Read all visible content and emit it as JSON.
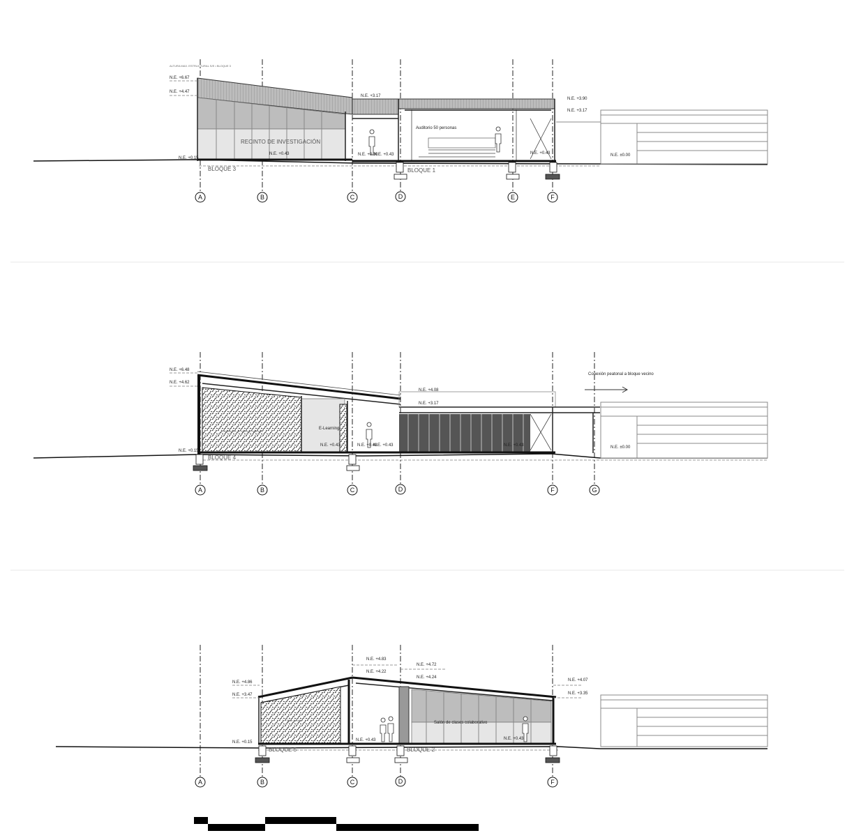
{
  "drawing": {
    "type": "architectural-cross-sections",
    "sections": [
      {
        "id": "section-1",
        "blocks": [
          "BLOQUE 3",
          "BLOQUE 1"
        ],
        "room_labels": [
          "RECINTO DE INVESTIGACIÓN",
          "Auditorio 50 personas"
        ],
        "axes": [
          "A",
          "B",
          "C",
          "D",
          "E",
          "F"
        ],
        "level_marks": [
          "N.E. +6.67",
          "N.E. +4.47",
          "N.E. +0.15",
          "N.E. +0.43",
          "N.E. +3.17",
          "N.E. +0.30",
          "N.E. +0.43",
          "N.E. +3.90",
          "N.E. +3.17",
          "N.E. +0.43",
          "N.E. ±0.00"
        ],
        "structural_note": "ALTURA MAX. ESTRUCTURAL S/E • BLOQUE 3"
      },
      {
        "id": "section-2",
        "blocks": [
          "BLOQUE 4"
        ],
        "room_labels": [
          "E-Learning",
          "Laboratorio de ciencias naturales"
        ],
        "annotation": "Conexión peatonal a bloque vecino",
        "axes": [
          "A",
          "B",
          "C",
          "D",
          "F",
          "G"
        ],
        "level_marks": [
          "N.E. +6.48",
          "N.E. +4.62",
          "N.E. +0.15",
          "N.E. +0.43",
          "N.E. +0.43",
          "N.E. +0.43",
          "N.E. +4.08",
          "N.E. +3.17",
          "N.E. +0.43",
          "N.E. ±0.00"
        ]
      },
      {
        "id": "section-3",
        "blocks": [
          "BLOQUE 5",
          "BLOQUE 2"
        ],
        "room_labels": [
          "Salón de clases colaborativo",
          "Taller de arte"
        ],
        "axes": [
          "A",
          "B",
          "C",
          "D",
          "F"
        ],
        "level_marks": [
          "N.E. +4.86",
          "N.E. +3.47",
          "N.E. +0.15",
          "N.E. +0.43",
          "N.E. +4.83",
          "N.E. +4.22",
          "N.E. +4.72",
          "N.E. +4.24",
          "N.E. +0.43",
          "N.E. +4.07",
          "N.E. +3.35"
        ]
      }
    ],
    "scale_bar": {
      "segments": 5,
      "style": "alternating-black"
    }
  }
}
